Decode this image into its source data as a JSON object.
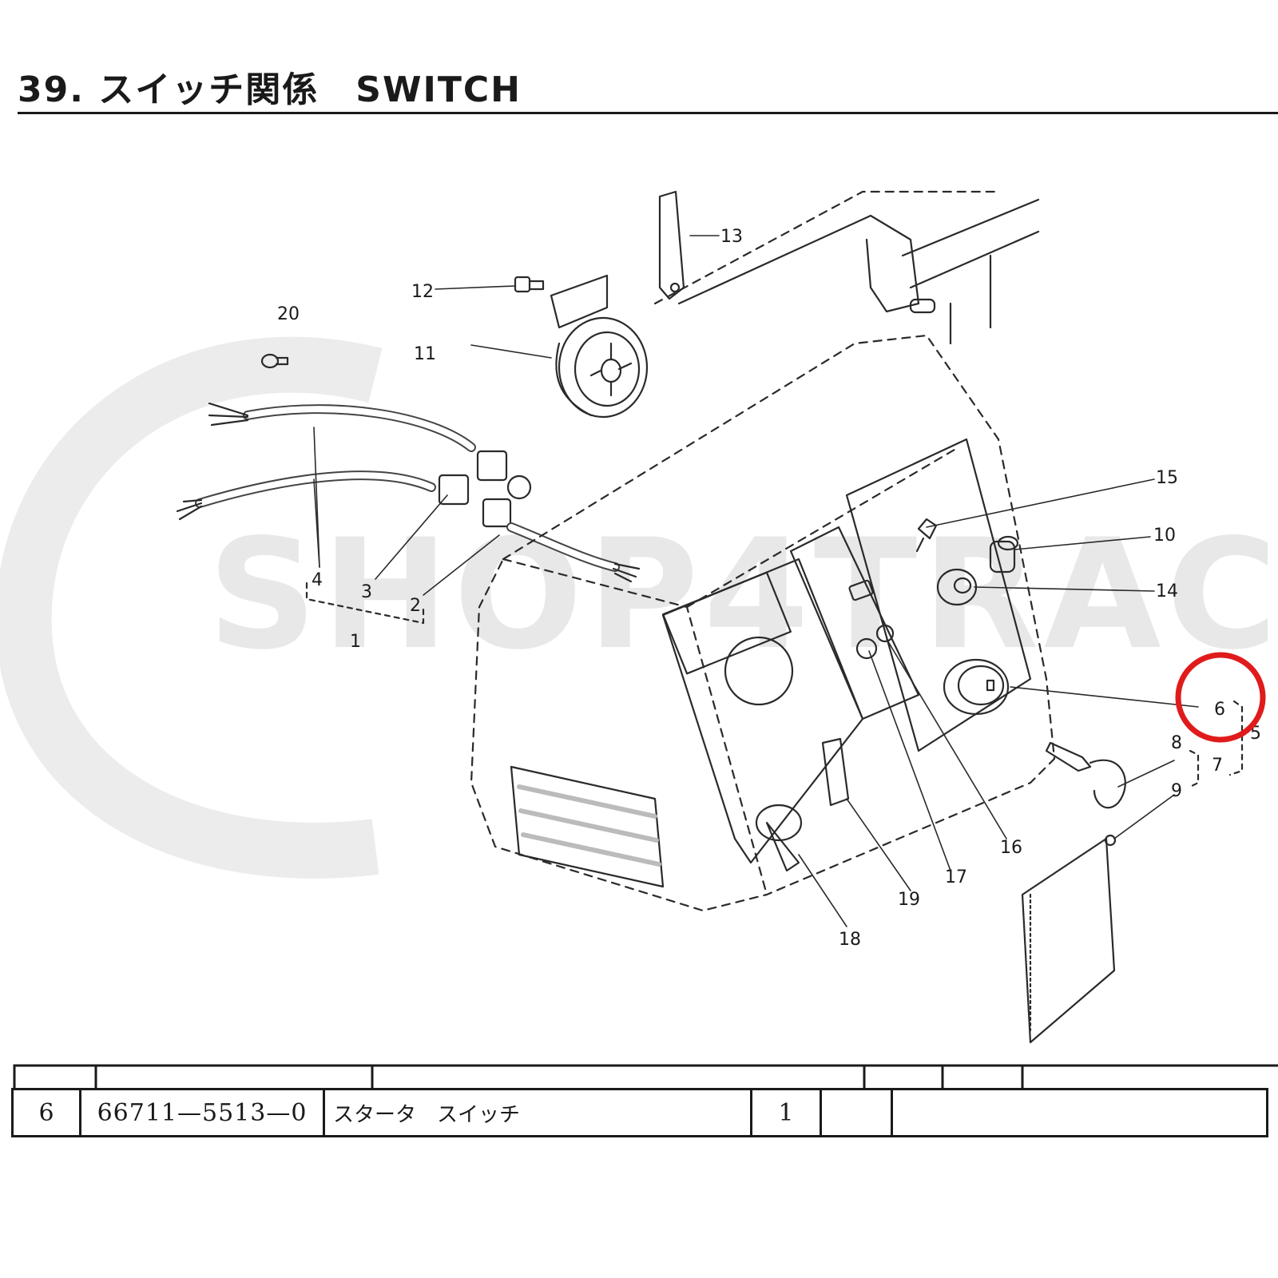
{
  "page": {
    "title": "39. スイッチ関係　SWITCH",
    "watermark": "SHOP4TRAC"
  },
  "diagram": {
    "callouts": [
      {
        "id": "c1",
        "label": "1"
      },
      {
        "id": "c2",
        "label": "2"
      },
      {
        "id": "c3",
        "label": "3"
      },
      {
        "id": "c4",
        "label": "4"
      },
      {
        "id": "c5",
        "label": "5"
      },
      {
        "id": "c6",
        "label": "6"
      },
      {
        "id": "c7",
        "label": "7"
      },
      {
        "id": "c8",
        "label": "8"
      },
      {
        "id": "c9",
        "label": "9"
      },
      {
        "id": "c10",
        "label": "10"
      },
      {
        "id": "c11",
        "label": "11"
      },
      {
        "id": "c12",
        "label": "12"
      },
      {
        "id": "c13",
        "label": "13"
      },
      {
        "id": "c14",
        "label": "14"
      },
      {
        "id": "c15",
        "label": "15"
      },
      {
        "id": "c16",
        "label": "16"
      },
      {
        "id": "c17",
        "label": "17"
      },
      {
        "id": "c18",
        "label": "18"
      },
      {
        "id": "c19",
        "label": "19"
      },
      {
        "id": "c20",
        "label": "20"
      }
    ],
    "highlighted_callout": "6",
    "highlight_color": "#e01b1b"
  },
  "parts_table": {
    "rows": [
      {
        "no": "6",
        "part_number": "66711—5513—0",
        "name": "スタータ　スイッチ",
        "qty": "1"
      }
    ]
  }
}
